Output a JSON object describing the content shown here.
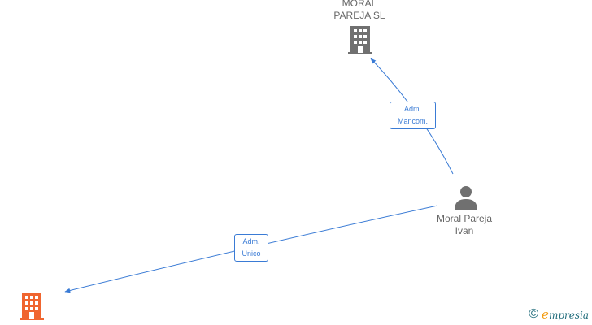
{
  "nodes": {
    "company_top": {
      "label": "MORAL\nPAREJA SL",
      "icon": "building-icon",
      "color": "#707070"
    },
    "person": {
      "label": "Moral Pareja\nIvan",
      "icon": "person-icon",
      "color": "#707070"
    },
    "company_bottom": {
      "label": "",
      "icon": "building-icon",
      "color": "#f0652f"
    }
  },
  "edges": [
    {
      "from": "person",
      "to": "company_top",
      "label": "Adm.\nMancom.",
      "color": "#3a7bd5"
    },
    {
      "from": "person",
      "to": "company_bottom",
      "label": "Adm.\nUnico",
      "color": "#3a7bd5"
    }
  ],
  "brand": {
    "copyright": "©",
    "initial": "e",
    "name": "mpresia"
  }
}
